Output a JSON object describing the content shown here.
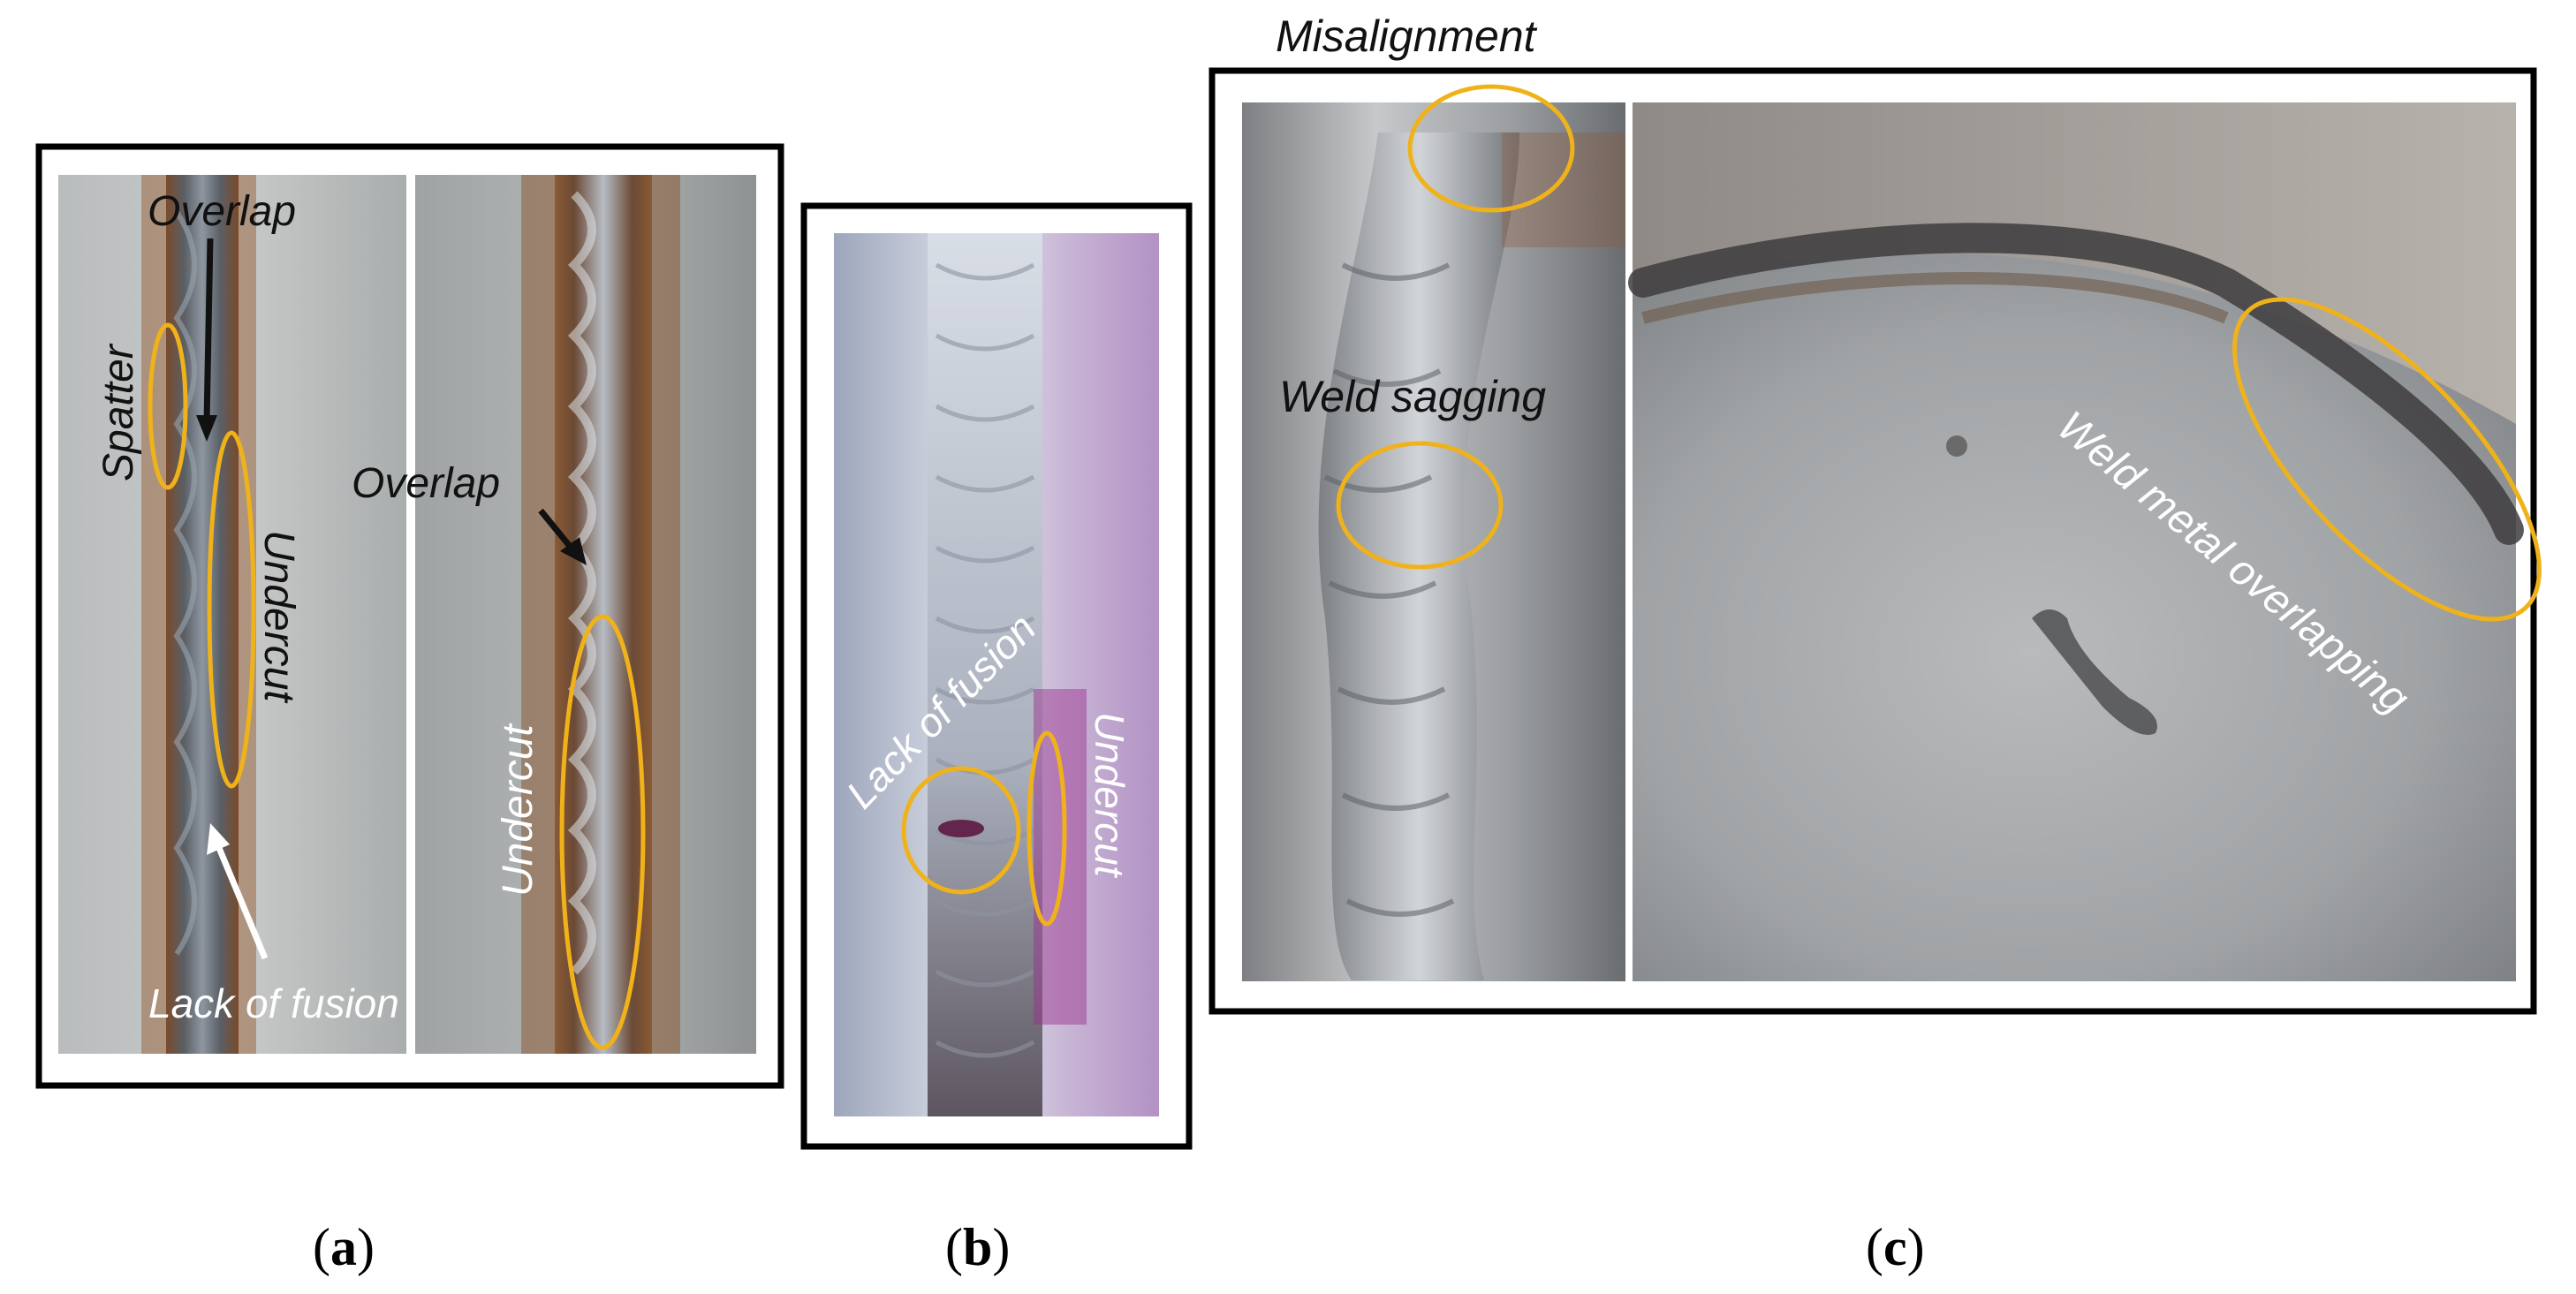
{
  "panels": {
    "a": {
      "caption_open": "(",
      "caption_letter": "a",
      "caption_close": ")",
      "labels": {
        "overlap_top": "Overlap",
        "spatter": "Spatter",
        "undercut_left": "Undercut",
        "lack_of_fusion": "Lack of fusion",
        "overlap_right": "Overlap",
        "undercut_right": "Undercut"
      }
    },
    "b": {
      "caption_open": "(",
      "caption_letter": "b",
      "caption_close": ")",
      "labels": {
        "lack_of_fusion": "Lack of fusion",
        "undercut": "Undercut"
      }
    },
    "c": {
      "caption_open": "(",
      "caption_letter": "c",
      "caption_close": ")",
      "labels": {
        "misalignment": "Misalignment",
        "weld_sagging": "Weld sagging",
        "weld_metal_overlapping": "Weld metal overlapping"
      }
    }
  },
  "colors": {
    "highlight_ellipse": "#f0b21a",
    "frame": "#000000",
    "label_dark": "#111111",
    "label_light": "#ffffff"
  }
}
